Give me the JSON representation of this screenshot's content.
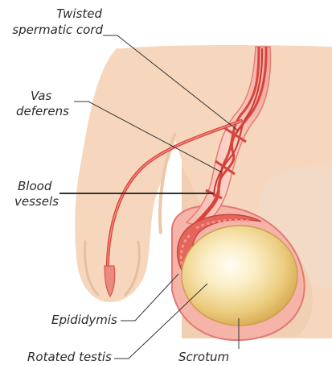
{
  "labels": {
    "twisted_cord": [
      "Twisted",
      "spermatic cord"
    ],
    "vas_deferens": [
      "Vas",
      "deferens"
    ],
    "blood_vessels": [
      "Blood",
      "vessels"
    ],
    "epididymis": "Epididymis",
    "rotated_testis": "Rotated testis",
    "scrotum": "Scrotum"
  },
  "colors": {
    "skin": "#f6d7bd",
    "skin_shadow": "#e9c6a6",
    "vessel": "#d9463f",
    "vessel_light": "#f08a82",
    "tunica": "#f4a7a0",
    "testis": "#e8c876",
    "testis_highlight": "#fffbe8",
    "leader": "#333333"
  }
}
